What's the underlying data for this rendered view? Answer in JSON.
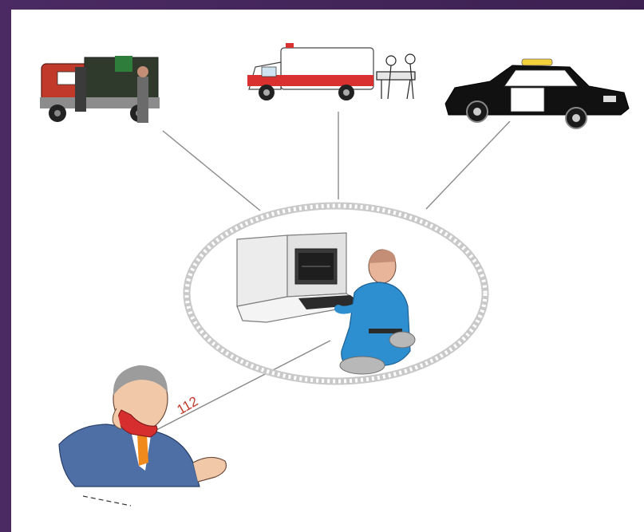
{
  "diagram": {
    "call_label": "112",
    "colors": {
      "frame": "#3d2152",
      "canvas": "#ffffff",
      "link_line": "#8a8a8a",
      "ellipse_ring": "#c9c9c9",
      "operator_suit": "#2e8fd0",
      "phone": "#d62e2e",
      "caller_suit": "#4d6fa6",
      "fire_truck": "#c0392b",
      "ambulance_stripe": "#d9312f",
      "police_car": "#111111"
    },
    "nodes": [
      {
        "id": "fire-truck",
        "icon": "fire-truck-icon"
      },
      {
        "id": "ambulance",
        "icon": "ambulance-icon"
      },
      {
        "id": "police-car",
        "icon": "police-car-icon"
      },
      {
        "id": "dispatch-center",
        "icon": "dispatcher-console-icon"
      },
      {
        "id": "caller",
        "icon": "caller-with-phone-icon"
      }
    ]
  }
}
